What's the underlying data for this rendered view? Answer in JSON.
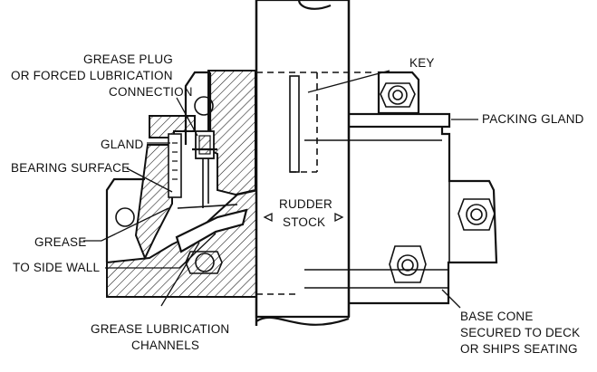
{
  "labels": {
    "grease_plug": [
      "GREASE PLUG",
      "OR FORCED LUBRICATION",
      "CONNECTION"
    ],
    "key": "KEY",
    "gland": "GLAND",
    "packing_gland": "PACKING GLAND",
    "bearing_surface": "BEARING SURFACE",
    "rudder_stock": [
      "RUDDER",
      "STOCK"
    ],
    "grease_to_side_wall": [
      "GREASE",
      "TO SIDE WALL"
    ],
    "grease_lubrication_channels": [
      "GREASE LUBRICATION",
      "CHANNELS"
    ],
    "base_cone": [
      "BASE CONE",
      "SECURED TO DECK",
      "OR SHIPS SEATING"
    ]
  },
  "colors": {
    "ink": "#111111",
    "background": "#ffffff"
  }
}
